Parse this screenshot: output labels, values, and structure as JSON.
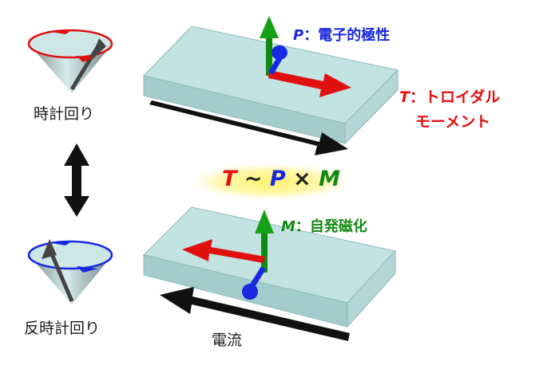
{
  "labels": {
    "clockwise": "時計回り",
    "counterclockwise": "反時計回り",
    "current": "電流",
    "p_symbol": "P",
    "p_desc": "：電子的極性",
    "t_symbol": "T",
    "t_desc_line1": "：トロイダル",
    "t_desc_line2": "モーメント",
    "m_symbol": "M",
    "m_desc": "：自発磁化"
  },
  "equation": {
    "t": "T",
    "tilde": " ~ ",
    "p": "P",
    "times": " × ",
    "m": "M"
  },
  "colors": {
    "red": "#e01010",
    "blue": "#1020e0",
    "green": "#108a10",
    "slab_top": "#c8e6e6",
    "slab_side": "#9fc9c9",
    "glow": "#fff36a"
  }
}
